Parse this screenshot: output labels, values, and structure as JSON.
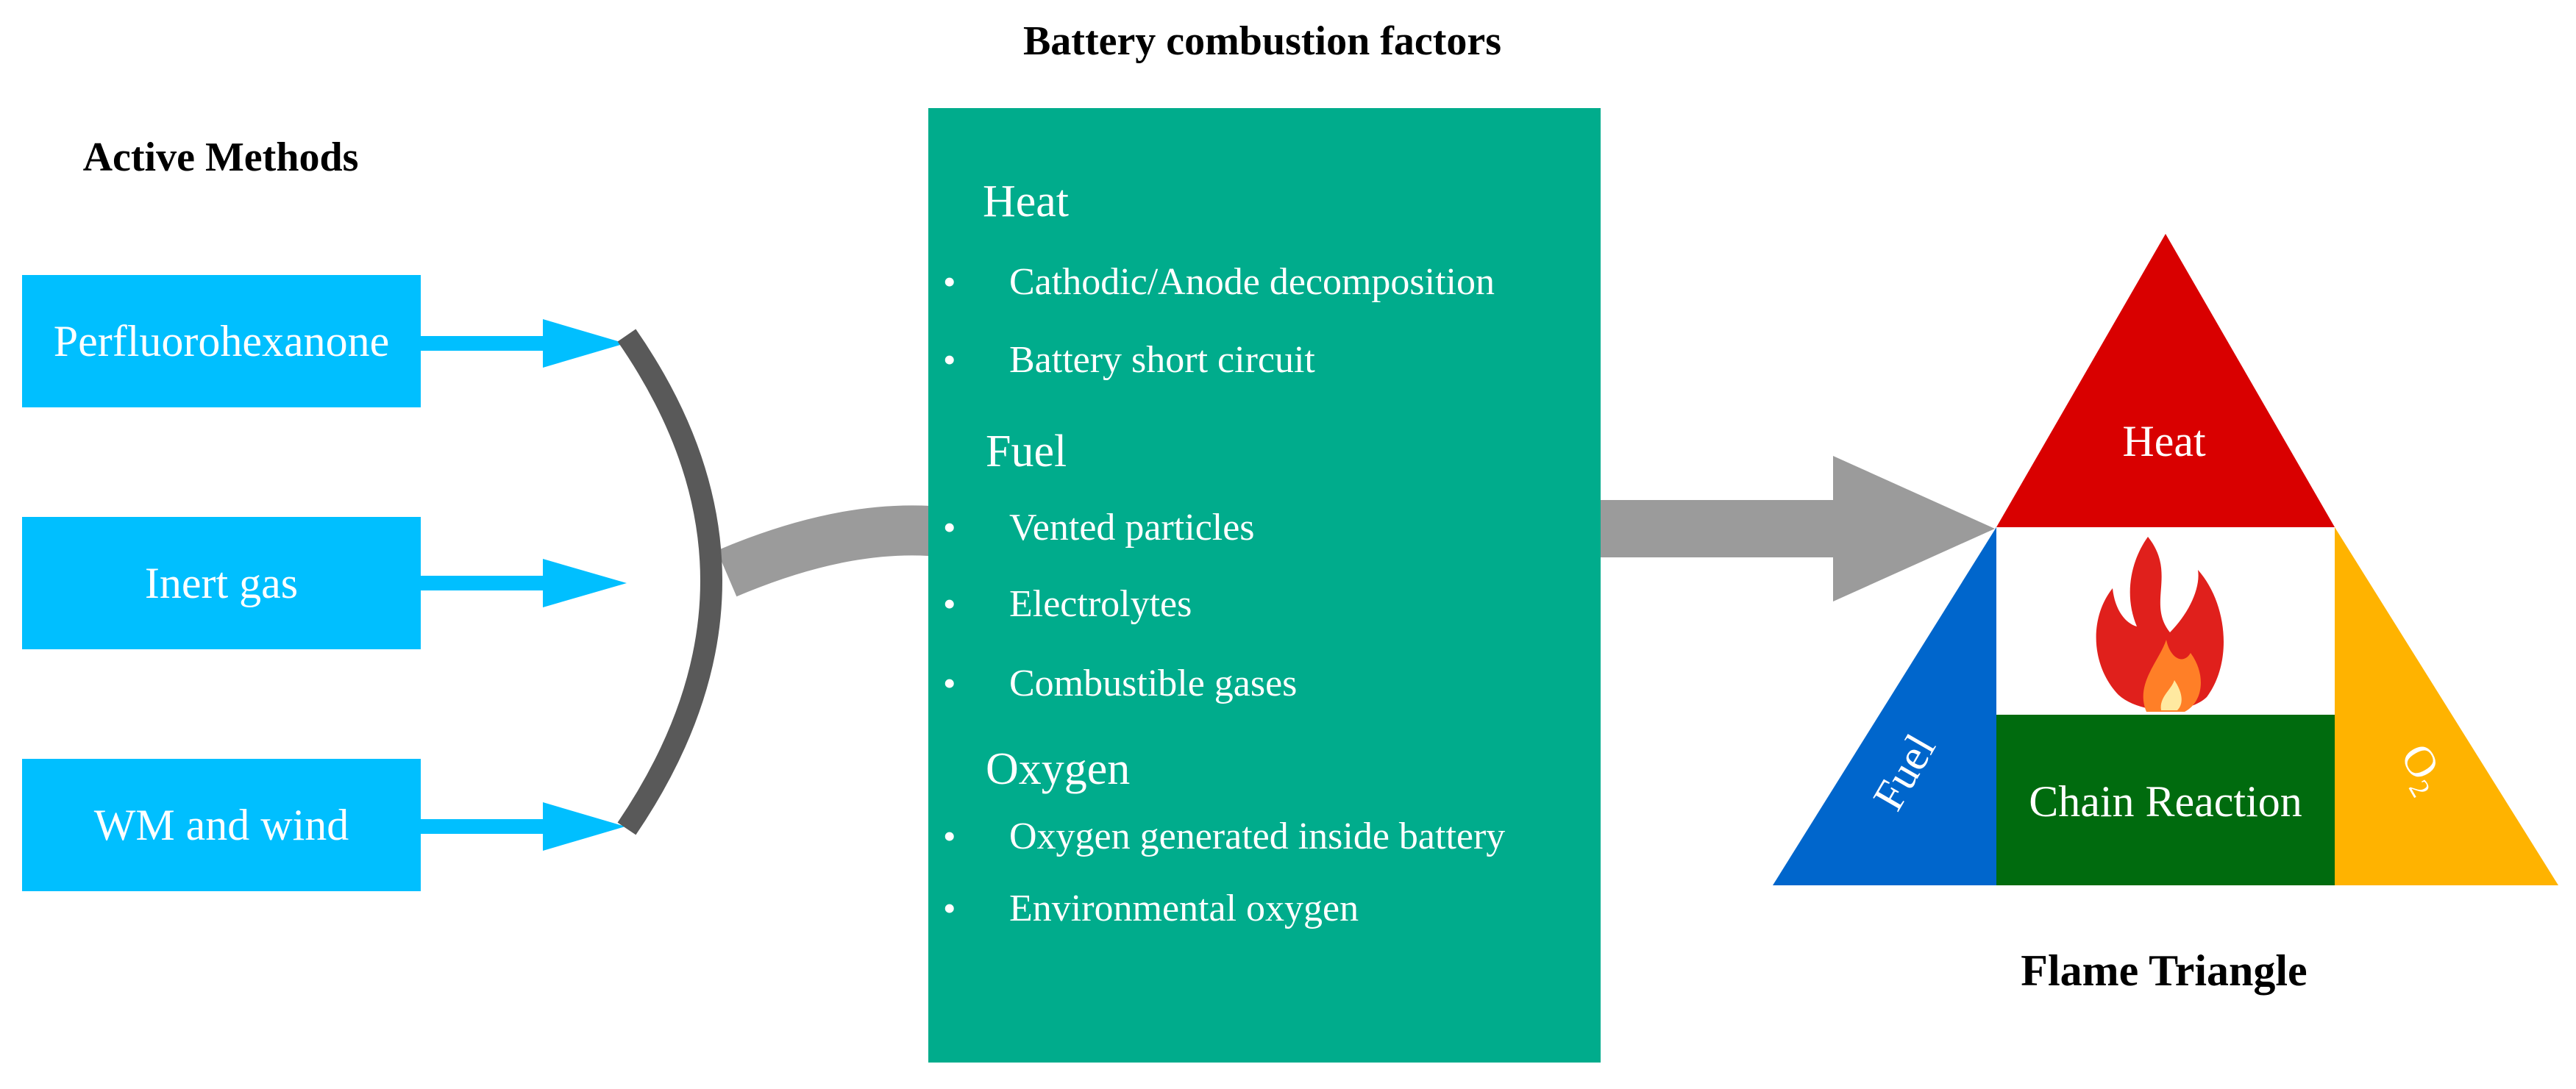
{
  "headings": {
    "active_methods": "Active Methods",
    "combustion_factors": "Battery combustion factors",
    "flame_triangle": "Flame Triangle"
  },
  "methods": [
    {
      "label": "Perfluorohexanone"
    },
    {
      "label": "Inert gas"
    },
    {
      "label": "WM and wind"
    }
  ],
  "factors": {
    "heat": {
      "title": "Heat",
      "items": [
        "Cathodic/Anode decomposition",
        "Battery short circuit"
      ]
    },
    "fuel": {
      "title": "Fuel",
      "items": [
        "Vented particles",
        "Electrolytes",
        "Combustible gases"
      ]
    },
    "oxygen": {
      "title": "Oxygen",
      "items": [
        "Oxygen generated inside battery",
        "Environmental oxygen"
      ]
    },
    "bullet": "•"
  },
  "triangle": {
    "heat": "Heat",
    "fuel": "Fuel",
    "o2_main": "O",
    "o2_sub": "2",
    "chain": "Chain Reaction"
  },
  "icons": {
    "flame": "flame-icon"
  },
  "colors": {
    "method_box": "#00BFFF",
    "factors_box": "#00AC8C",
    "bracket": "#595959",
    "connector": "#9B9B9B",
    "heat": "#D90000",
    "fuel": "#0066CC",
    "oxygen": "#FFB300",
    "chain": "#006B0E"
  }
}
